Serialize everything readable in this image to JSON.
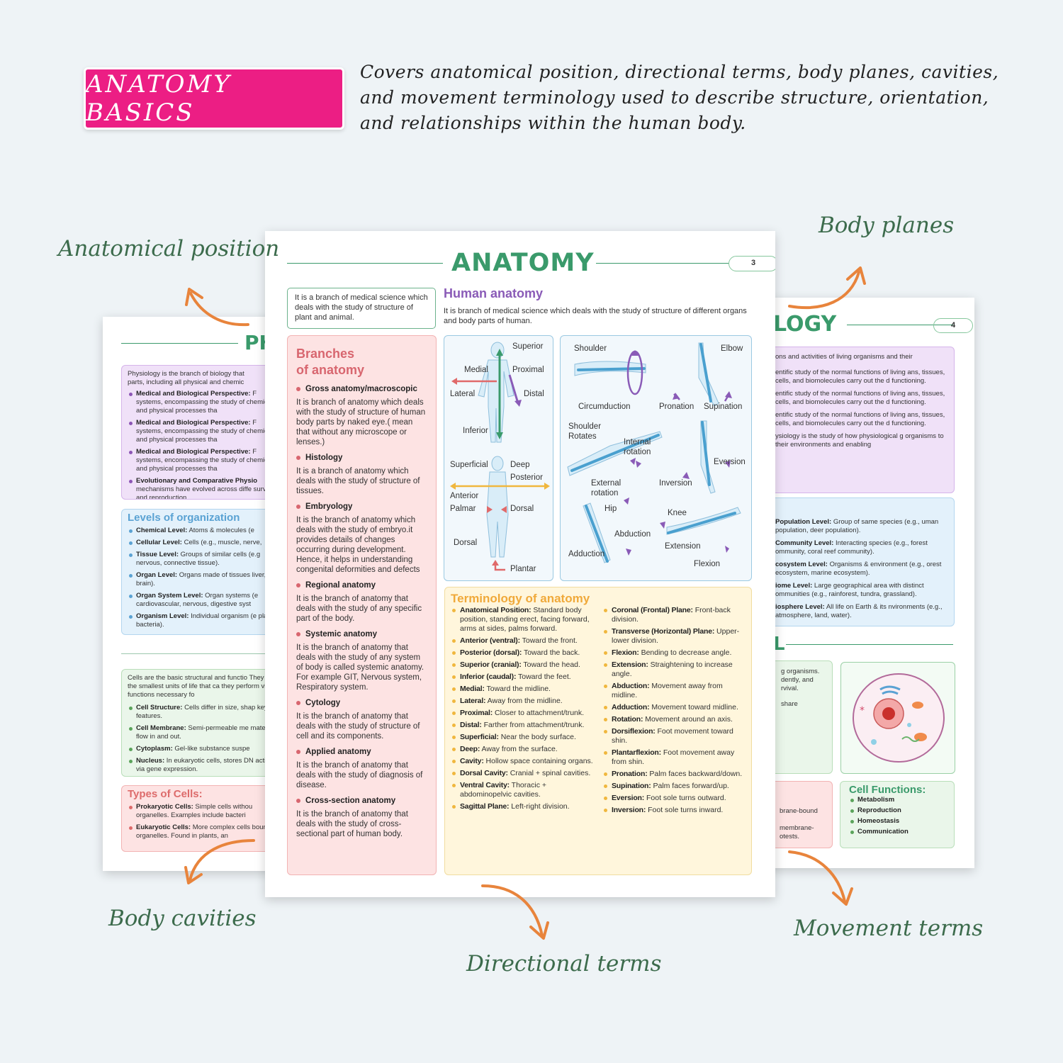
{
  "header": {
    "badge": "ANATOMY BASICS",
    "intro": "Covers anatomical position, directional terms, body planes, cavities, and movement terminology used to describe structure, orientation, and relationships within the human body."
  },
  "callouts": {
    "anatomical_position": "Anatomical position",
    "body_planes": "Body planes",
    "body_cavities": "Body cavities",
    "directional_terms": "Directional terms",
    "movement_terms": "Movement terms"
  },
  "left_page": {
    "title": "PH",
    "intro_lines": [
      "Physiology is the branch of biology that",
      "parts, including all physical and chemic"
    ],
    "bullets": [
      {
        "b": "Medical and Biological Perspective:",
        "t": " F systems, encompassing the study of chemical and physical processes tha"
      },
      {
        "b": "Medical and Biological Perspective:",
        "t": " F systems, encompassing the study of chemical and physical processes tha"
      },
      {
        "b": "Medical and Biological Perspective:",
        "t": " F systems, encompassing the study of chemical and physical processes tha"
      },
      {
        "b": "Evolutionary and Comparative Physio",
        "t": " mechanisms have evolved across diffe survival and reproduction."
      }
    ],
    "levels_title": "Levels of organization",
    "levels": [
      {
        "b": "Chemical Level:",
        "t": " Atoms & molecules (e"
      },
      {
        "b": "Cellular Level:",
        "t": " Cells (e.g., muscle, nerve,"
      },
      {
        "b": "Tissue Level:",
        "t": " Groups of similar cells (e.g nervous, connective tissue)."
      },
      {
        "b": "Organ Level:",
        "t": " Organs made of tissues liver, brain)."
      },
      {
        "b": "Organ System Level:",
        "t": " Organ systems (e cardiovascular, nervous, digestive syst"
      },
      {
        "b": "Organism Level:",
        "t": " Individual organism (e plant, bacteria)."
      }
    ],
    "cells_intro": "Cells are the basic structural and functio They are the smallest units of life that ca they perform vital functions necessary fo",
    "cells": [
      {
        "b": "Cell Structure:",
        "t": " Cells differ in size, shap key features."
      },
      {
        "b": "Cell Membrane:",
        "t": " Semi-permeable me material flow in and out."
      },
      {
        "b": "Cytoplasm:",
        "t": " Gel-like substance suspe"
      },
      {
        "b": "Nucleus:",
        "t": " In eukaryotic cells, stores DN activities via gene expression."
      }
    ],
    "types_title": "Types of Cells:",
    "types": [
      {
        "b": "Prokaryotic Cells:",
        "t": " Simple cells withou organelles. Examples include bacteri"
      },
      {
        "b": "Eukaryotic Cells:",
        "t": " More complex cells bound organelles. Found in plants, an"
      }
    ]
  },
  "right_page": {
    "title": "LOGY",
    "page_number": "4",
    "lines": [
      "ons and activities of living organisms and their",
      "entific study of the normal functions of living ans, tissues, cells, and biomolecules carry out the d functioning.",
      "entific study of the normal functions of living ans, tissues, cells, and biomolecules carry out the d functioning.",
      "entific study of the normal functions of living ans, tissues, cells, and biomolecules carry out the d functioning.",
      "ysiology is the study of how physiological g organisms to their environments and enabling"
    ],
    "eco": [
      {
        "b": "Population Level:",
        "t": " Group of same species (e.g., uman population, deer population)."
      },
      {
        "b": "Community Level:",
        "t": " Interacting species (e.g., forest ommunity, coral reef community)."
      },
      {
        "b": "cosystem Level:",
        "t": " Organisms & environment (e.g., orest ecosystem, marine ecosystem)."
      },
      {
        "b": "iome Level:",
        "t": " Large geographical area with distinct ommunities (e.g., rainforest, tundra, grassland)."
      },
      {
        "b": "iosphere Level:",
        "t": " All life on Earth & its nvironments (e.g., atmosphere, land, water)."
      }
    ],
    "section_letter": "L",
    "green_lines": [
      "g organisms.",
      "dently, and",
      "rvival.",
      "share"
    ],
    "pink_lines": [
      "brane-bound",
      "membrane-",
      "otests."
    ],
    "cell_functions_title": "Cell Functions:",
    "cell_functions": [
      "Metabolism",
      "Reproduction",
      "Homeostasis",
      "Communication"
    ]
  },
  "main_page": {
    "title": "ANATOMY",
    "page_number": "3",
    "intro": "It is a branch of medical science which deals with the study of structure of plant and animal.",
    "human_anatomy_title": "Human anatomy",
    "human_anatomy_desc": "It is branch of medical science which deals with the study of structure of different organs and body parts of human.",
    "branches_title_1": "Branches",
    "branches_title_2": "of anatomy",
    "branches": [
      {
        "name": "Gross anatomy/macroscopic",
        "desc": "It is branch of anatomy which deals with the study of structure of human body parts by naked eye.( mean that without any microscope or lenses.)"
      },
      {
        "name": "Histology",
        "desc": "It is a branch of anatomy which deals with the study of structure of tissues."
      },
      {
        "name": "Embryology",
        "desc": "It is the branch of anatomy which deals with the study of embryo.it provides details of changes occurring during development. Hence, it helps in understanding congenital deformities and defects"
      },
      {
        "name": "Regional anatomy",
        "desc": "It is the branch of anatomy that deals with the study of any specific part of the body."
      },
      {
        "name": "Systemic anatomy",
        "desc": "It is the branch of anatomy that deals with the study of any system of body is called systemic anatomy. For example GIT, Nervous system, Respiratory system."
      },
      {
        "name": "Cytology",
        "desc": "It is the branch of anatomy that deals with the study of structure of cell and its components."
      },
      {
        "name": "Applied anatomy",
        "desc": "It is the branch of anatomy that deals with the study of diagnosis of disease."
      },
      {
        "name": "Cross-section anatomy",
        "desc": "It is the branch of anatomy that deals with the study of cross-sectional part of human body."
      }
    ],
    "body_labels": {
      "superior": "Superior",
      "medial": "Medial",
      "proximal": "Proximal",
      "lateral": "Lateral",
      "distal": "Distal",
      "inferior": "Inferior",
      "superficial": "Superficial",
      "deep": "Deep",
      "posterior": "Posterior",
      "anterior": "Anterior",
      "palmar": "Palmar",
      "dorsal": "Dorsal",
      "dorsal2": "Dorsal",
      "plantar": "Plantar"
    },
    "movement_labels": {
      "shoulder": "Shoulder",
      "elbow": "Elbow",
      "circumduction": "Circumduction",
      "pronation": "Pronation",
      "supination": "Supination",
      "shoulder_rotates_1": "Shoulder",
      "shoulder_rotates_2": "Rotates",
      "internal_rotation_1": "Internal",
      "internal_rotation_2": "rotation",
      "external_rotation_1": "External",
      "external_rotation_2": "rotation",
      "eversion": "Eversion",
      "inversion": "Inversion",
      "hip": "Hip",
      "knee": "Knee",
      "abduction": "Abduction",
      "adduction": "Adduction",
      "extension": "Extension",
      "flexion": "Flexion"
    },
    "terminology_title": "Terminology of anatomy",
    "terms_left": [
      {
        "b": "Anatomical Position:",
        "t": " Standard body position, standing erect, facing forward, arms at sides, palms forward."
      },
      {
        "b": "Anterior (ventral):",
        "t": " Toward the front."
      },
      {
        "b": "Posterior (dorsal):",
        "t": " Toward the back."
      },
      {
        "b": "Superior (cranial):",
        "t": " Toward the head."
      },
      {
        "b": "Inferior (caudal):",
        "t": " Toward the feet."
      },
      {
        "b": "Medial:",
        "t": " Toward the midline."
      },
      {
        "b": "Lateral:",
        "t": " Away from the midline."
      },
      {
        "b": "Proximal:",
        "t": " Closer to attachment/trunk."
      },
      {
        "b": "Distal:",
        "t": " Farther from attachment/trunk."
      },
      {
        "b": "Superficial:",
        "t": " Near the body surface."
      },
      {
        "b": "Deep:",
        "t": " Away from the surface."
      },
      {
        "b": "Cavity:",
        "t": " Hollow space containing organs."
      },
      {
        "b": "Dorsal Cavity:",
        "t": " Cranial + spinal cavities."
      },
      {
        "b": "Ventral Cavity:",
        "t": " Thoracic + abdominopelvic cavities."
      },
      {
        "b": "Sagittal Plane:",
        "t": " Left-right division."
      }
    ],
    "terms_right": [
      {
        "b": "Coronal (Frontal) Plane:",
        "t": " Front-back division."
      },
      {
        "b": "Transverse (Horizontal) Plane:",
        "t": " Upper-lower division."
      },
      {
        "b": "Flexion:",
        "t": " Bending to decrease angle."
      },
      {
        "b": "Extension:",
        "t": " Straightening to increase angle."
      },
      {
        "b": "Abduction:",
        "t": " Movement away from midline."
      },
      {
        "b": "Adduction:",
        "t": " Movement toward midline."
      },
      {
        "b": "Rotation:",
        "t": " Movement around an axis."
      },
      {
        "b": "Dorsiflexion:",
        "t": " Foot movement toward shin."
      },
      {
        "b": "Plantarflexion:",
        "t": " Foot movement away from shin."
      },
      {
        "b": "Pronation:",
        "t": " Palm faces backward/down."
      },
      {
        "b": "Supination:",
        "t": " Palm faces forward/up."
      },
      {
        "b": "Eversion:",
        "t": " Foot sole turns outward."
      },
      {
        "b": "Inversion:",
        "t": " Foot sole turns inward."
      }
    ]
  },
  "colors": {
    "badge": "#ec1e84",
    "accent_green": "#3a9a6b",
    "arrow_orange": "#e8843c",
    "callout_green": "#3c6b4c"
  }
}
